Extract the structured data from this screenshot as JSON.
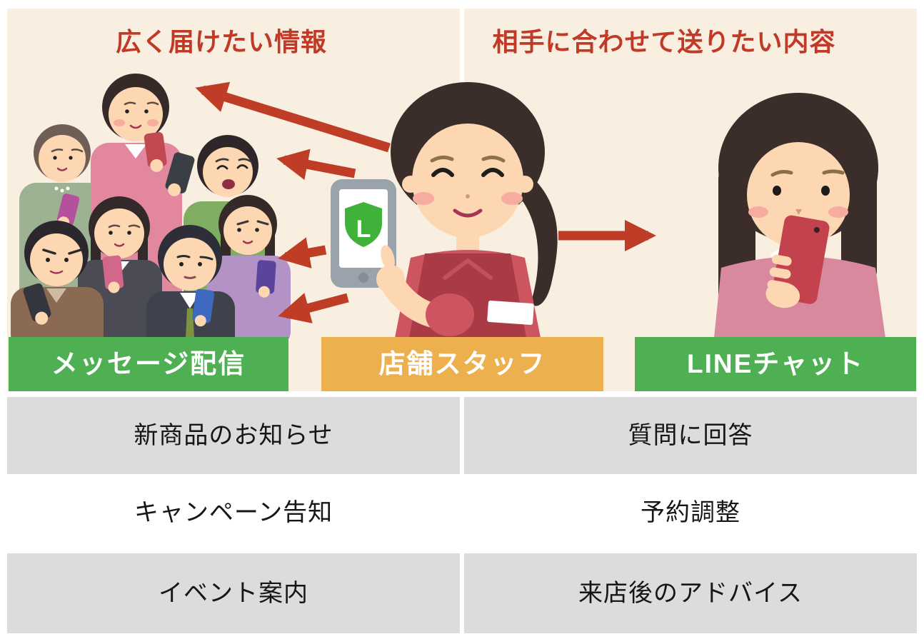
{
  "header": {
    "left_title": "広く届けたい情報",
    "right_title": "相手に合わせて送りたい内容",
    "title_color": "#c03a27"
  },
  "banners": {
    "broadcast": {
      "label": "メッセージ配信",
      "color": "#4fb053"
    },
    "staff": {
      "label": "店舗スタッフ",
      "color": "#ecb04f"
    },
    "chat": {
      "label": "LINEチャット",
      "color": "#4fb053"
    }
  },
  "table": {
    "rows": [
      {
        "left": "新商品のお知らせ",
        "right": "質問に回答"
      },
      {
        "left": "キャンペーン告知",
        "right": "予約調整"
      },
      {
        "left": "イベント案内",
        "right": "来店後のアドバイス"
      }
    ]
  },
  "illustration": {
    "phone_logo_letter": "L",
    "arrow_color": "#bf3c26",
    "crowd": "group-of-people-looking-at-smartphones",
    "staff": "store-staff-showing-line-app-on-phone",
    "customer": "woman-looking-at-smartphone"
  },
  "colors": {
    "panel_background": "#f9efe0",
    "table_row_gray": "#dcdcdf",
    "line_shield_green": "#40b23a"
  }
}
